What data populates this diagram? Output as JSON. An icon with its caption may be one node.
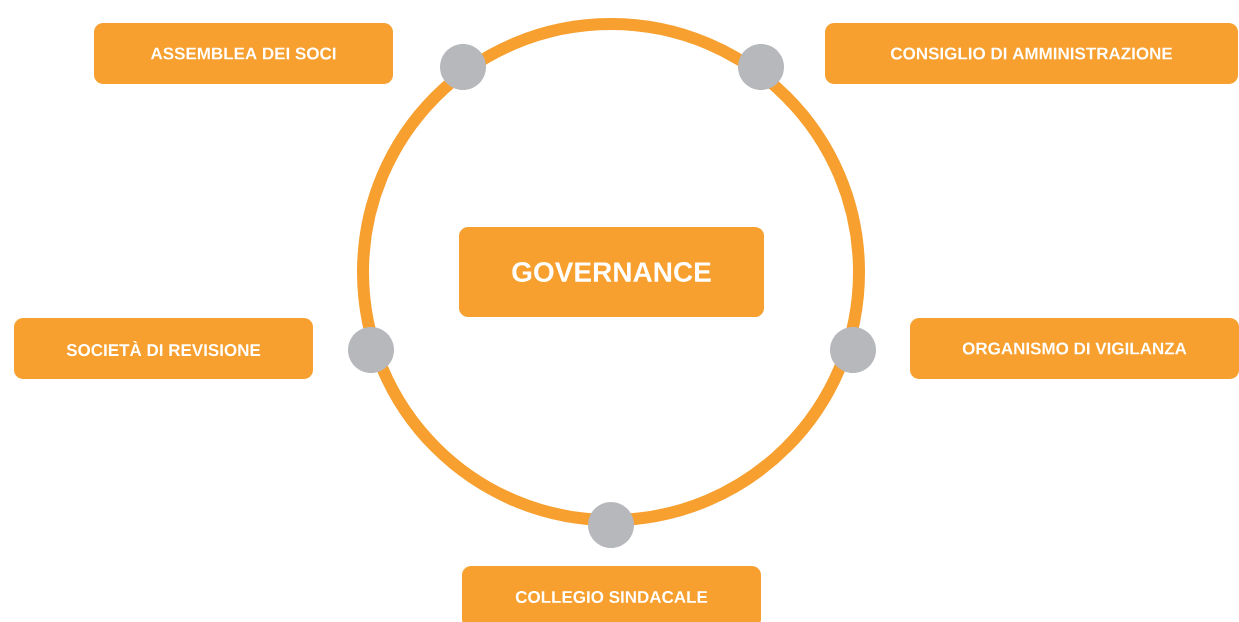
{
  "diagram": {
    "nodes": [
      {
        "text": [
          "ASSEMBLEA DEI SOCI"
        ]
      },
      {
        "text": [
          "CONSIGLIO DI AMMINISTRAZIONE"
        ]
      },
      {
        "text": [
          "GOVERNANCE"
        ]
      },
      {
        "text": [
          "SOCIETÀ DI REVISIONE"
        ]
      },
      {
        "text": [
          "ORGANISMO DI VIGILANZA"
        ]
      },
      {
        "text": [
          "COLLEGIO SINDACALE"
        ]
      }
    ]
  }
}
